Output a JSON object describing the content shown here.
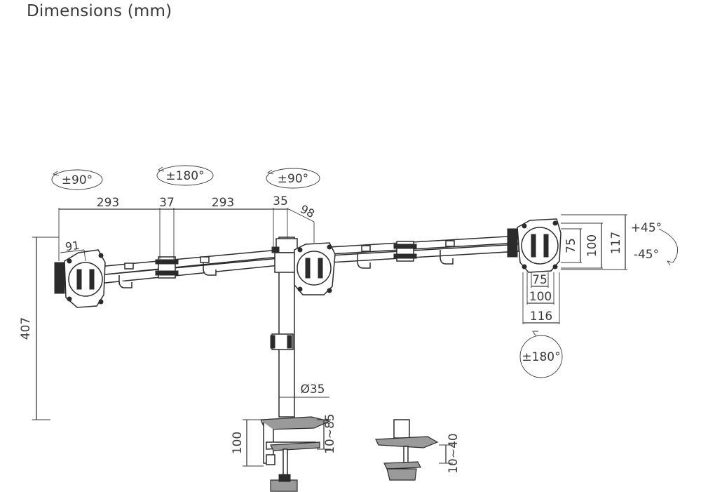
{
  "title": "Dimensions (mm)",
  "labels": {
    "rot_left_arm": "±90°",
    "rot_mid_joint": "±180°",
    "rot_center": "±90°",
    "rot_vesa": "±180°",
    "tilt_up": "+45°",
    "tilt_down": "-45°",
    "arm_len_left": "293",
    "joint_width": "37",
    "arm_len_right": "293",
    "center_width": "35",
    "plate_offset": "98",
    "plate_depth": "91",
    "total_height": "407",
    "pole_diameter": "Ø35",
    "clamp_height": "100",
    "clamp_range": "10~85",
    "grommet_range": "10~40",
    "vesa_v_small": "75",
    "vesa_v_large": "100",
    "plate_height": "117",
    "vesa_h_small": "75",
    "vesa_h_large": "100",
    "plate_width": "116"
  },
  "colors": {
    "line": "#3a3a3a",
    "part": "#2b2b2b",
    "accent_grey": "#9a9a9a"
  }
}
